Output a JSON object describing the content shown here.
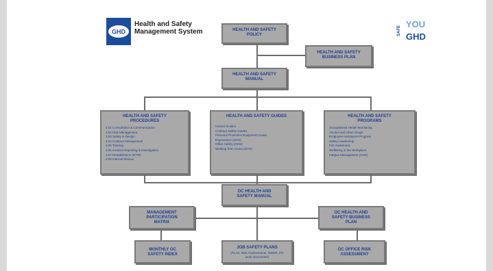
{
  "header": {
    "logo_text": "GHD",
    "title_line1": "Health and Safety",
    "title_line2": "Management System",
    "safe_logo": {
      "word1": "SAFE",
      "word2": "YOU",
      "word3": "GHD"
    }
  },
  "boxes": {
    "policy": "Health and Safety Policy",
    "business_plan": "Health and Safety Business Plan",
    "manual": "Health and Safety Manual",
    "procedures": {
      "title": "Health and Safety Procedures",
      "items": [
        "3.01 Consultation & Communication",
        "3.02 Risk Management",
        "3.03 Safety in Design",
        "3.04 Contract Management",
        "3.05 Training",
        "3.06 Incident Reporting & Investigation",
        "3.07 Rehabilitation (RTW)",
        "3.08 Internal Review"
      ]
    },
    "guides": {
      "title": "Health and Safety Guides",
      "items": [
        "Hazard Guides",
        "Contract Safety Guides",
        "Personal Protective Equipment Guide",
        "Ergonomics (OHS)",
        "Office Safety (OHS)",
        "Working from Home (OHS)"
      ]
    },
    "programs": {
      "title": "Health and Safety Programs",
      "items": [
        "Occupational Health Monitoring",
        "Alcohol and Other Drugs",
        "Employee Assistance Program",
        "Safety Leadership",
        "Fire Awareness",
        "Wellbeing in the Workplace",
        "Fatigue Management (OHS)"
      ]
    },
    "oc_manual": "OC Health and Safety Manual",
    "mgmt_matrix": "Management Participation Matrix",
    "oc_business_plan": "OC Health and Safety Business Plan",
    "monthly_index": "Monthly OC Safety Index",
    "jsp": {
      "title": "Job Safety Plans",
      "sub": "(PLAS, Risk Assessments, SWMS, OC work documents)"
    },
    "risk_assessment": "OC Office Risk Assessment"
  },
  "colors": {
    "box_fill": "#a9a9a9",
    "box_text": "#1f3f8f",
    "connector": "#6b6b6b",
    "ghd_blue": "#1c4d9c"
  }
}
